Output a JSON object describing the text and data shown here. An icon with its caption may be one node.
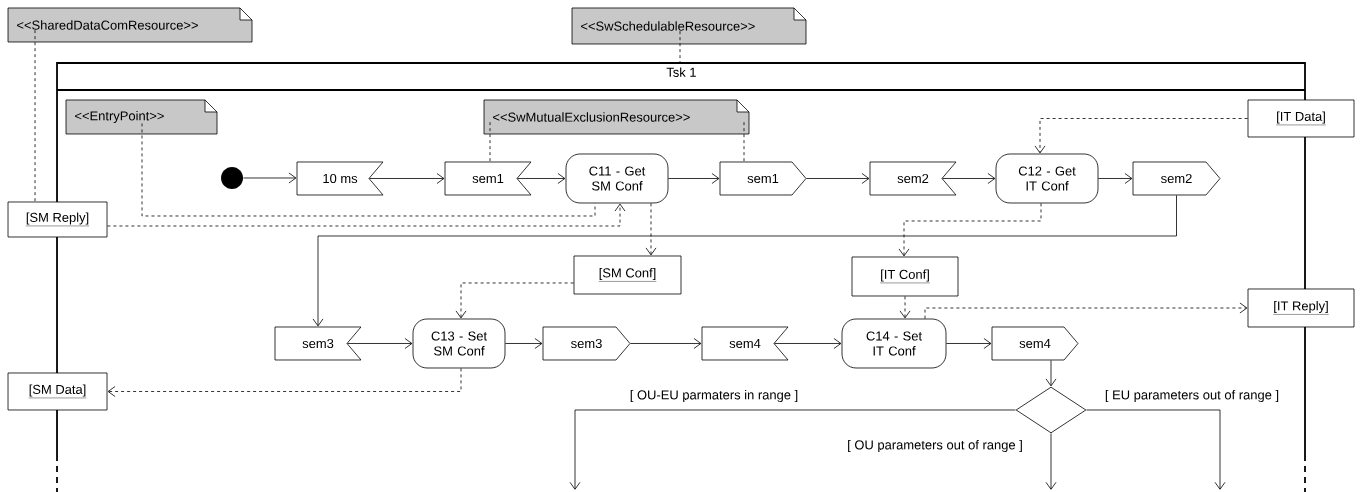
{
  "diagram": {
    "nodes": [
      {
        "text": [
          "<<SharedDataComResource>>"
        ]
      },
      {
        "text": [
          "<<SwSchedulableResource>>"
        ]
      },
      {
        "text": [
          "Tsk 1"
        ]
      },
      {
        "text": [
          "<<EntryPoint>>"
        ],
        "in": 2
      },
      {
        "text": [
          "<<SwMutualExclusionResource>>"
        ],
        "in": 2
      },
      {
        "text": [],
        "shape": "circle",
        "in": 2
      },
      {
        "text": [
          "10 ms"
        ],
        "in": 2
      },
      {
        "text": [
          "sem1"
        ],
        "in": 2
      },
      {
        "text": [
          "C11 - Get SM Conf"
        ],
        "in": 2
      },
      {
        "text": [
          "sem1"
        ],
        "in": 2
      },
      {
        "text": [
          "sem2"
        ],
        "in": 2
      },
      {
        "text": [
          "C12 - Get IT Conf"
        ],
        "in": 2
      },
      {
        "text": [
          "sem2"
        ],
        "in": 2
      },
      {
        "text": [
          "[IT Data]"
        ]
      },
      {
        "text": [
          "[SM Reply]"
        ]
      },
      {
        "text": [
          "[SM Conf]"
        ],
        "in": 2
      },
      {
        "text": [
          "[IT Conf]"
        ],
        "in": 2
      },
      {
        "text": [
          "[IT Reply]"
        ]
      },
      {
        "text": [
          "sem3"
        ],
        "in": 2
      },
      {
        "text": [
          "C13 - Set SM Conf"
        ],
        "in": 2
      },
      {
        "text": [
          "sem3"
        ],
        "in": 2
      },
      {
        "text": [
          "sem4"
        ],
        "in": 2
      },
      {
        "text": [
          "C14 - Set IT Conf"
        ],
        "in": 2
      },
      {
        "text": [
          "sem4"
        ],
        "in": 2
      },
      {
        "text": [],
        "shape": "diamond",
        "in": 2
      },
      {
        "text": [
          "[SM Data]"
        ]
      }
    ],
    "edges": [
      {
        "from": 5,
        "to": 6,
        "arrow": "to"
      },
      {
        "from": 6,
        "to": 7,
        "arrow": "to"
      },
      {
        "from": 7,
        "to": 8,
        "arrow": "to"
      },
      {
        "from": 8,
        "to": 9,
        "arrow": "to"
      },
      {
        "from": 9,
        "to": 10,
        "arrow": "to"
      },
      {
        "from": 10,
        "to": 11,
        "arrow": "to"
      },
      {
        "from": 11,
        "to": 12,
        "arrow": "to"
      },
      {
        "from": 12,
        "to": 18,
        "arrow": "to"
      },
      {
        "from": 18,
        "to": 19,
        "arrow": "to"
      },
      {
        "from": 19,
        "to": 20,
        "arrow": "to"
      },
      {
        "from": 20,
        "to": 21,
        "arrow": "to"
      },
      {
        "from": 21,
        "to": 22,
        "arrow": "to"
      },
      {
        "from": 22,
        "to": 23,
        "arrow": "to"
      },
      {
        "from": 23,
        "to": 24,
        "arrow": "to"
      },
      {
        "from": 24,
        "to": null,
        "arrow": "to",
        "label": "[ OU-EU parmaters in range ]"
      },
      {
        "from": 24,
        "to": null,
        "arrow": "to",
        "label": "[ OU parameters out of range ]"
      },
      {
        "from": 24,
        "to": null,
        "arrow": "to",
        "label": "[ EU parameters out of range ]"
      },
      {
        "from": 0,
        "to": 14,
        "arrow": "none",
        "style": "dashed"
      },
      {
        "from": 1,
        "to": 2,
        "arrow": "none",
        "style": "dashed"
      },
      {
        "from": 3,
        "to": 8,
        "arrow": "none",
        "style": "dashed"
      },
      {
        "from": 4,
        "to": 7,
        "arrow": "none",
        "style": "dashed"
      },
      {
        "from": 4,
        "to": 9,
        "arrow": "none",
        "style": "dashed"
      },
      {
        "from": 14,
        "to": 8,
        "arrow": "to",
        "style": "dashed"
      },
      {
        "from": 8,
        "to": 15,
        "arrow": "to",
        "style": "dashed"
      },
      {
        "from": 13,
        "to": 11,
        "arrow": "to",
        "style": "dashed"
      },
      {
        "from": 11,
        "to": 16,
        "arrow": "to",
        "style": "dashed"
      },
      {
        "from": 15,
        "to": 19,
        "arrow": "to",
        "style": "dashed"
      },
      {
        "from": 16,
        "to": 22,
        "arrow": "to",
        "style": "dashed"
      },
      {
        "from": 22,
        "to": 17,
        "arrow": "to",
        "style": "dashed"
      },
      {
        "from": 19,
        "to": 25,
        "arrow": "to",
        "style": "dashed"
      }
    ]
  }
}
